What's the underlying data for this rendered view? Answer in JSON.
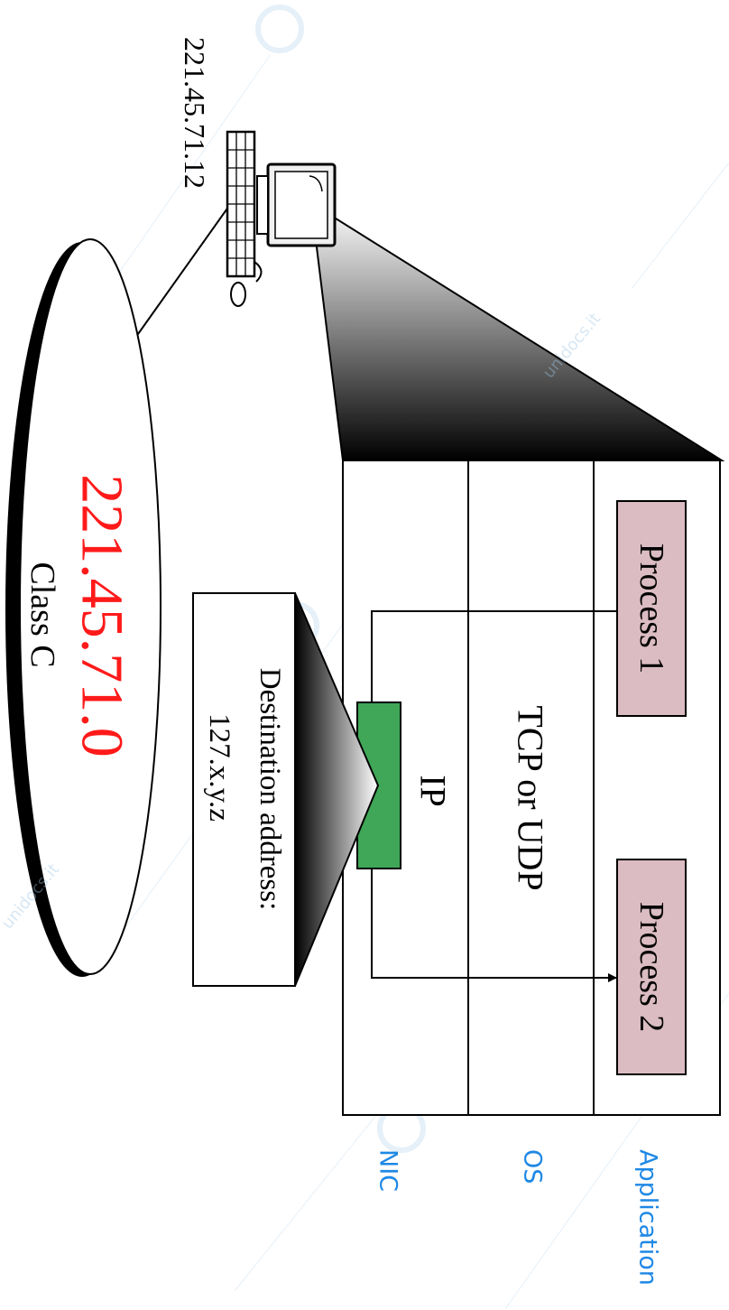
{
  "host": {
    "ip_label": "221.45.71.12"
  },
  "network": {
    "address": "221.45.71.0",
    "class_label": "Class C"
  },
  "stack": {
    "process1": "Process 1",
    "process2": "Process 2",
    "transport": "TCP or UDP",
    "ip": "IP",
    "callout_line1": "Destination address:",
    "callout_line2": "127.x.y.z"
  },
  "layers": {
    "application": "Application",
    "os": "OS",
    "nic": "NIC"
  },
  "watermark": "unidocs.it",
  "colors": {
    "network_address": "#ff1a1a",
    "layer_label": "#1e88e5",
    "process_fill": "#dbbcc2",
    "ip_fill": "#3fa757"
  }
}
